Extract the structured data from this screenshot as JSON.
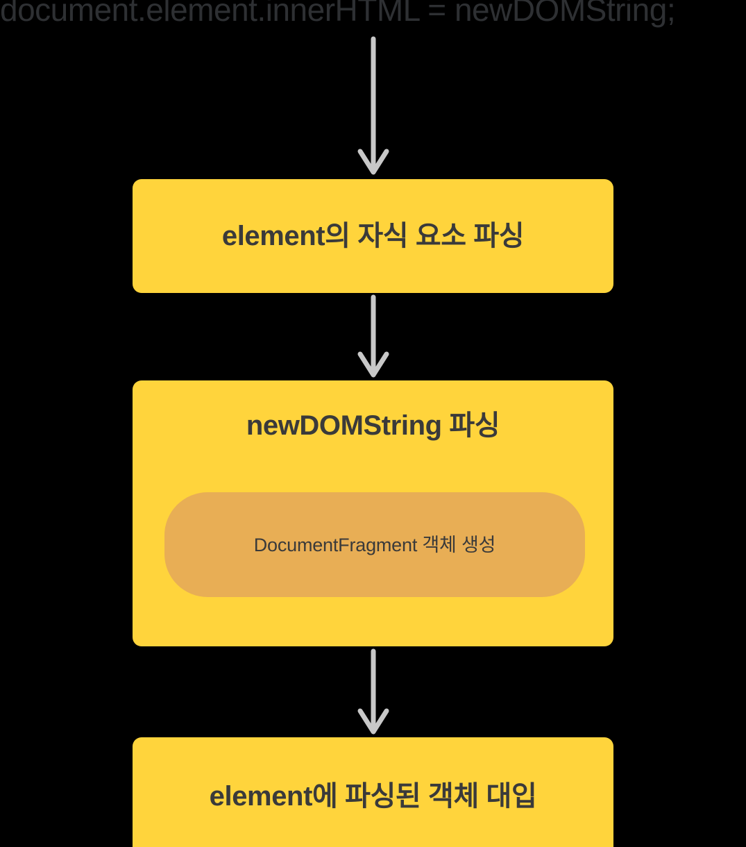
{
  "diagram": {
    "title": "innerHTML assignment parsing flow",
    "background_color": "#000000",
    "code_caption": "document.element.innerHTML = newDOMString;",
    "box_color": "#FFD43C",
    "inner_pill_color": "#E8AE55",
    "text_color": "#3A3A3A",
    "arrow_color": "#C8C8C8",
    "steps": [
      {
        "id": "step-1",
        "label": "element의 자식 요소 파싱"
      },
      {
        "id": "step-2",
        "label": "newDOMString 파싱",
        "inner": {
          "id": "step-2-inner",
          "label": "DocumentFragment 객체 생성"
        }
      },
      {
        "id": "step-3",
        "label": "element에 파싱된 객체 대입"
      }
    ],
    "connectors": [
      {
        "id": "arrow-caption-to-step1",
        "icon": "arrow-down-icon"
      },
      {
        "id": "arrow-step1-to-step2",
        "icon": "arrow-down-icon"
      },
      {
        "id": "arrow-step2-to-step3",
        "icon": "arrow-down-icon"
      }
    ]
  }
}
